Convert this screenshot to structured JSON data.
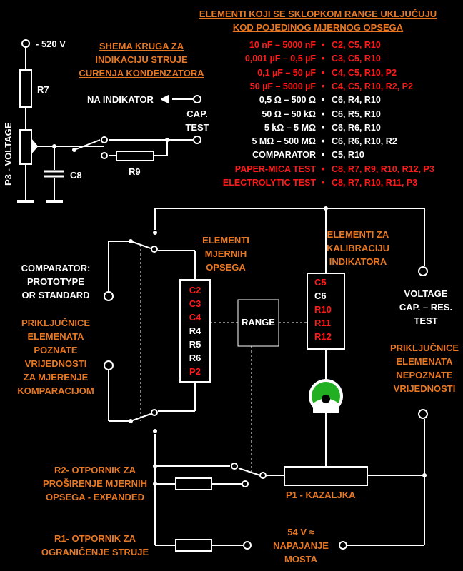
{
  "title": {
    "line1": "ELEMENTI KOJI SE SKLOPKOM RANGE UKLJUČUJU",
    "line2": "KOD POJEDINOG MJERNOG OPSEGA"
  },
  "range_table": [
    {
      "range": "10 nF – 5000 nF",
      "elements": "C2, C5, R10",
      "color": "#ff1a1a"
    },
    {
      "range": "0,001 µF – 0,5 µF",
      "elements": "C3, C5, R10",
      "color": "#ff1a1a"
    },
    {
      "range": "0,1 µF – 50 µF",
      "elements": "C4, C5, R10, P2",
      "color": "#ff1a1a"
    },
    {
      "range": "50 µF – 5000 µF",
      "elements": "C4, C5, R10, R2, P2",
      "color": "#ff1a1a"
    },
    {
      "range": "0,5 Ω – 500 Ω",
      "elements": "C6, R4, R10",
      "color": "#ffffff"
    },
    {
      "range": "50 Ω – 50 kΩ",
      "elements": "C6, R5, R10",
      "color": "#ffffff"
    },
    {
      "range": "5 kΩ – 5 MΩ",
      "elements": "C6, R6, R10",
      "color": "#ffffff"
    },
    {
      "range": "5 MΩ – 500 MΩ",
      "elements": "C6, R6, R10, R2",
      "color": "#ffffff"
    },
    {
      "range": "COMPARATOR",
      "elements": "C5, R10",
      "color": "#ffffff"
    },
    {
      "range": "PAPER-MICA TEST",
      "elements": "C8, R7, R9, R10, R12, P3",
      "color": "#ff1a1a"
    },
    {
      "range": "ELECTROLYTIC TEST",
      "elements": "C8, R7, R10, R11, P3",
      "color": "#ff1a1a"
    }
  ],
  "bullet": "•",
  "leakage_circuit": {
    "title": [
      "SHEMA KRUGA ZA",
      "INDIKACIJU STRUJE",
      "CURENJA KONDENZATORA"
    ],
    "supply": "- 520 V",
    "r7": "R7",
    "p3": "P3 - VOLTAGE",
    "c8": "C8",
    "r9": "R9",
    "to_indicator": "NA INDIKATOR",
    "cap_test": [
      "CAP.",
      "TEST"
    ]
  },
  "bridge": {
    "comparator": [
      "COMPARATOR:",
      "PROTOTYPE",
      "OR STANDARD"
    ],
    "known_terminals": [
      "PRIKLJUČNICE",
      "ELEMENATA",
      "POZNATE",
      "VRIJEDNOSTI",
      "ZA MJERENJE",
      "KOMPARACIJOM"
    ],
    "range_elements_title": [
      "ELEMENTI",
      "MJERNIH",
      "OPSEGA"
    ],
    "range_elements": [
      {
        "name": "C2",
        "color": "#ff1a1a"
      },
      {
        "name": "C3",
        "color": "#ff1a1a"
      },
      {
        "name": "C4",
        "color": "#ff1a1a"
      },
      {
        "name": "R4",
        "color": "#ffffff"
      },
      {
        "name": "R5",
        "color": "#ffffff"
      },
      {
        "name": "R6",
        "color": "#ffffff"
      },
      {
        "name": "P2",
        "color": "#ff1a1a"
      }
    ],
    "range_label": "RANGE",
    "calibration_title": [
      "ELEMENTI ZA",
      "KALIBRACIJU",
      "INDIKATORA"
    ],
    "calibration_elements": [
      {
        "name": "C5",
        "color": "#ff1a1a"
      },
      {
        "name": "C6",
        "color": "#ffffff"
      },
      {
        "name": "R10",
        "color": "#ff1a1a"
      },
      {
        "name": "R11",
        "color": "#ff1a1a"
      },
      {
        "name": "R12",
        "color": "#ff1a1a"
      }
    ],
    "voltage_test": [
      "VOLTAGE",
      "CAP. – RES.",
      "TEST"
    ],
    "unknown_terminals": [
      "PRIKLJUČNICE",
      "ELEMENATA",
      "NEPOZNATE",
      "VRIJEDNOSTI"
    ],
    "r2_label": [
      "R2- OTPORNIK ZA",
      "PROŠIRENJE MJERNIH",
      "OPSEGA - EXPANDED"
    ],
    "p1_label": "P1  - KAZALJKA",
    "r1_label": [
      "R1- OTPORNIK ZA",
      "OGRANIČENJE STRUJE"
    ],
    "supply_label": [
      "54 V ≈",
      "NAPAJANJE",
      "MOSTA"
    ]
  },
  "colors": {
    "background": "#000000",
    "wire": "#ffffff",
    "orange_text": "#e87722",
    "red_text": "#ff1a1a",
    "meter_green": "#22b022"
  }
}
